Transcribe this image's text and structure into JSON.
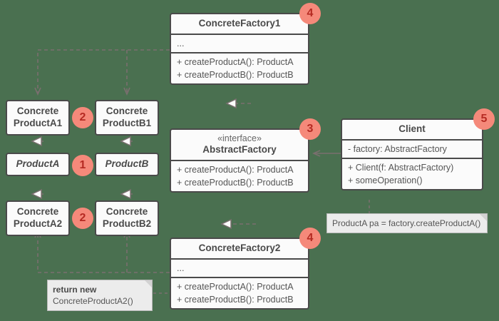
{
  "diagram": {
    "title": "Abstract Factory UML class diagram",
    "background_color": "#4a7050",
    "box_fill": "#fbfbfb",
    "box_border": "#4a4a4a",
    "line_color": "#7a6f6f",
    "badge_fill": "#f5897a",
    "badge_text_color": "#b52a22",
    "note_fill": "#ececec"
  },
  "classes": {
    "concrete_factory_1": {
      "name": "ConcreteFactory1",
      "fields": [
        "..."
      ],
      "methods": [
        "+ createProductA(): ProductA",
        "+ createProductB(): ProductB"
      ]
    },
    "concrete_factory_2": {
      "name": "ConcreteFactory2",
      "fields": [
        "..."
      ],
      "methods": [
        "+ createProductA(): ProductA",
        "+ createProductB(): ProductB"
      ]
    },
    "abstract_factory": {
      "stereotype": "«interface»",
      "name": "AbstractFactory",
      "methods": [
        "+ createProductA(): ProductA",
        "+ createProductB(): ProductB"
      ]
    },
    "client": {
      "name": "Client",
      "fields": [
        "- factory: AbstractFactory"
      ],
      "methods": [
        "+ Client(f: AbstractFactory)",
        "+ someOperation()"
      ]
    },
    "product_a": {
      "name": "ProductA"
    },
    "product_b": {
      "name": "ProductB"
    },
    "concrete_product_a1": {
      "line1": "Concrete",
      "line2": "ProductA1"
    },
    "concrete_product_b1": {
      "line1": "Concrete",
      "line2": "ProductB1"
    },
    "concrete_product_a2": {
      "line1": "Concrete",
      "line2": "ProductA2"
    },
    "concrete_product_b2": {
      "line1": "Concrete",
      "line2": "ProductB2"
    }
  },
  "badges": {
    "product_interfaces": "1",
    "concrete_products_top": "2",
    "concrete_products_bottom": "2",
    "abstract_factory": "3",
    "concrete_factory_1": "4",
    "concrete_factory_2": "4",
    "client": "5"
  },
  "notes": {
    "client_note": {
      "text": "ProductA pa = factory.createProductA()"
    },
    "factory_note": {
      "bold_line": "return new",
      "text_line": "ConcreteProductA2()"
    }
  }
}
